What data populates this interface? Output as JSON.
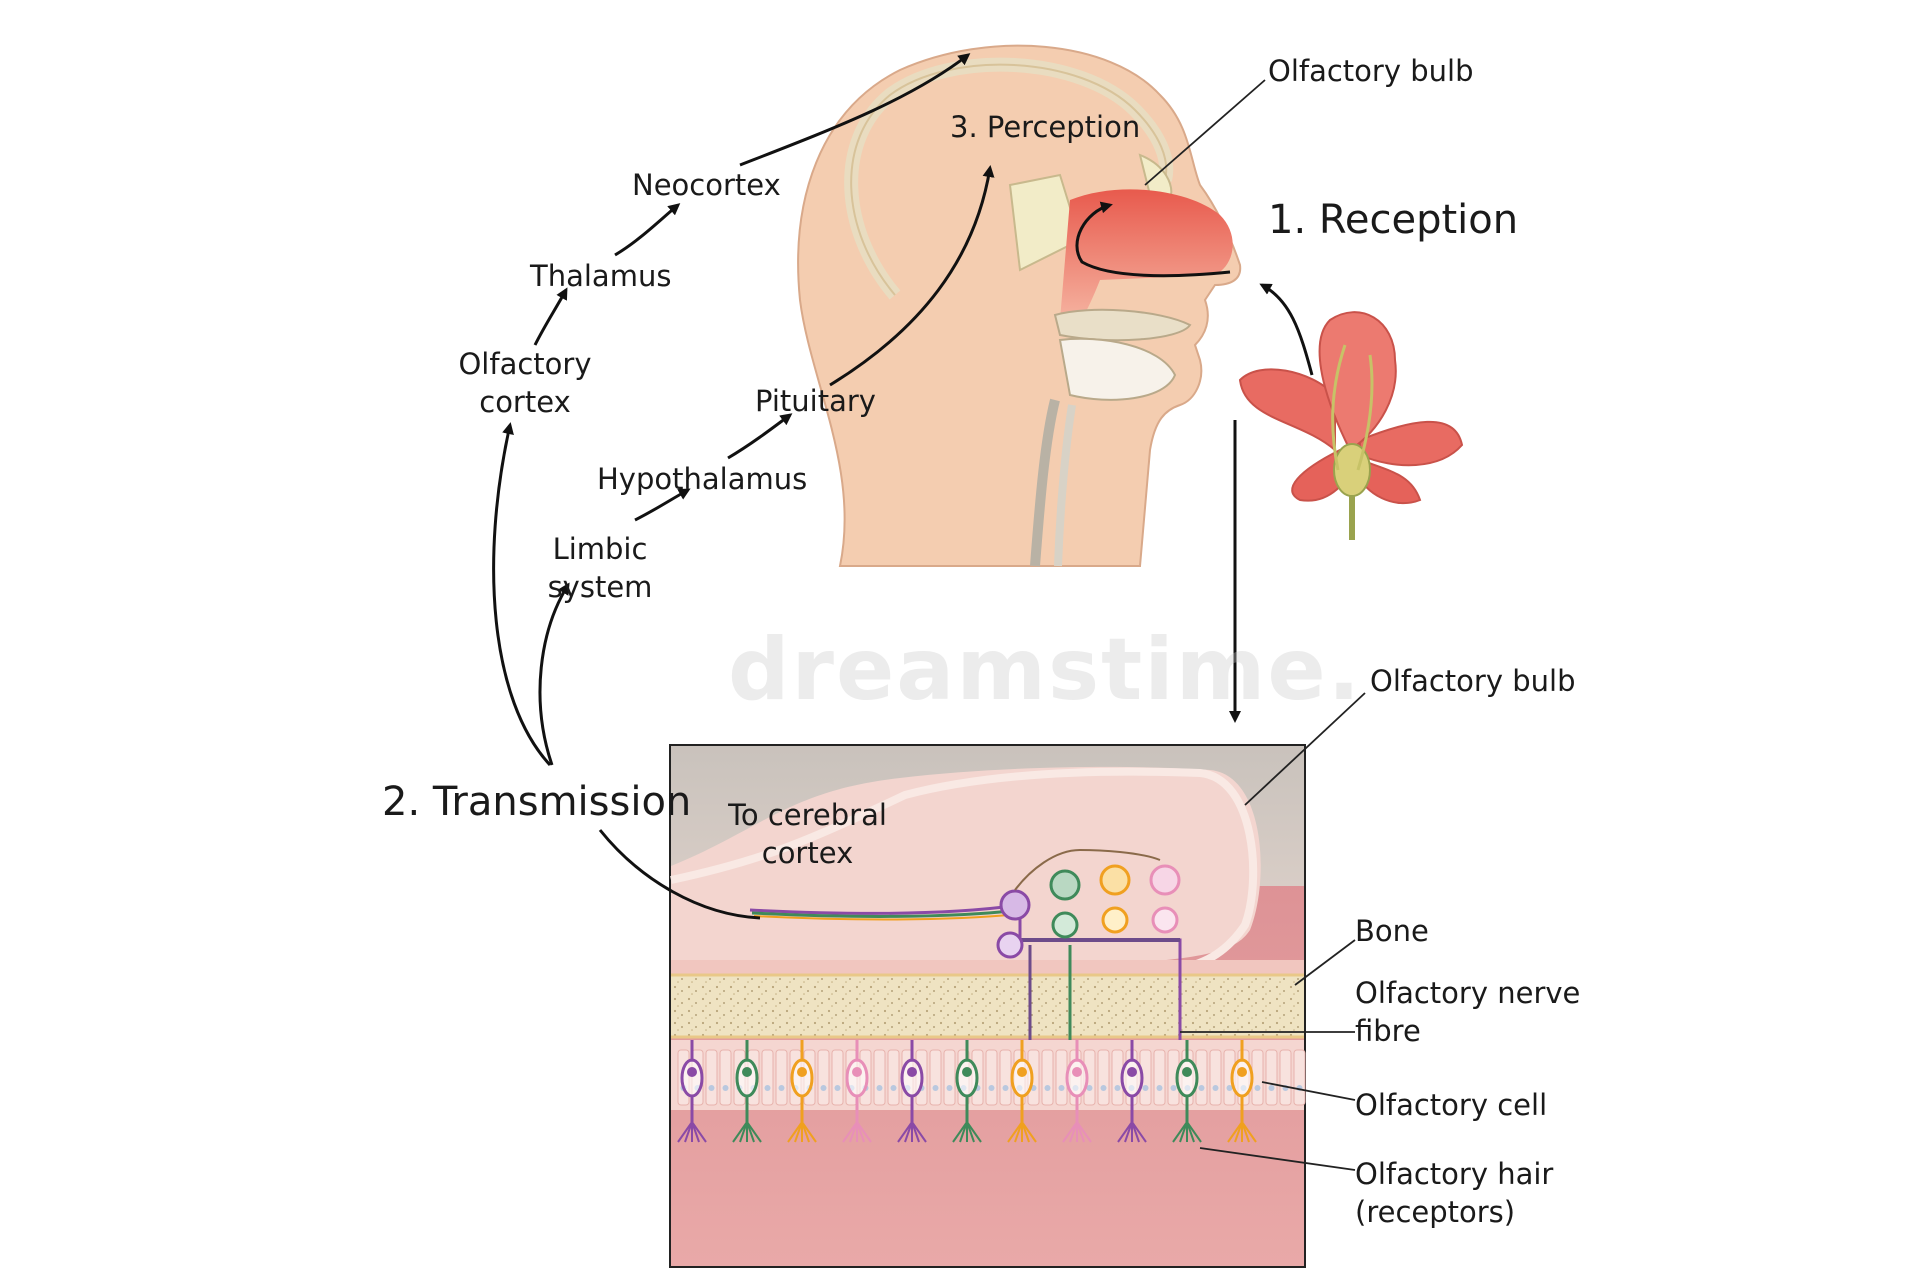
{
  "labels": {
    "olfactory_bulb_top": "Olfactory bulb",
    "perception": "3. Perception",
    "reception": "1. Reception",
    "neocortex": "Neocortex",
    "thalamus": "Thalamus",
    "olfactory_cortex": [
      "Olfactory",
      "cortex"
    ],
    "pituitary": "Pituitary",
    "hypothalamus": "Hypothalamus",
    "limbic_system": [
      "Limbic",
      "system"
    ],
    "transmission": "2. Transmission",
    "olfactory_bulb_bottom": "Olfactory bulb",
    "to_cerebral_cortex": [
      "To cerebral",
      "cortex"
    ],
    "bone": "Bone",
    "olfactory_nerve_fibre": [
      "Olfactory nerve",
      "fibre"
    ],
    "olfactory_cell": "Olfactory cell",
    "olfactory_hair": [
      "Olfactory hair",
      "(receptors)"
    ]
  },
  "watermark": "dreamstime.",
  "colors": {
    "skin": "#f4cdb0",
    "nasal_red": "#e9655a",
    "tissue_pink": "#f2c9c0",
    "bone_sand": "#efe3c2",
    "flower_red": "#e86b62",
    "stem_green": "#a9b56a",
    "cell_purple": "#8a4aa6",
    "cell_green": "#3f8a5a",
    "cell_orange": "#f0a020",
    "cell_pink": "#e88fb8"
  }
}
